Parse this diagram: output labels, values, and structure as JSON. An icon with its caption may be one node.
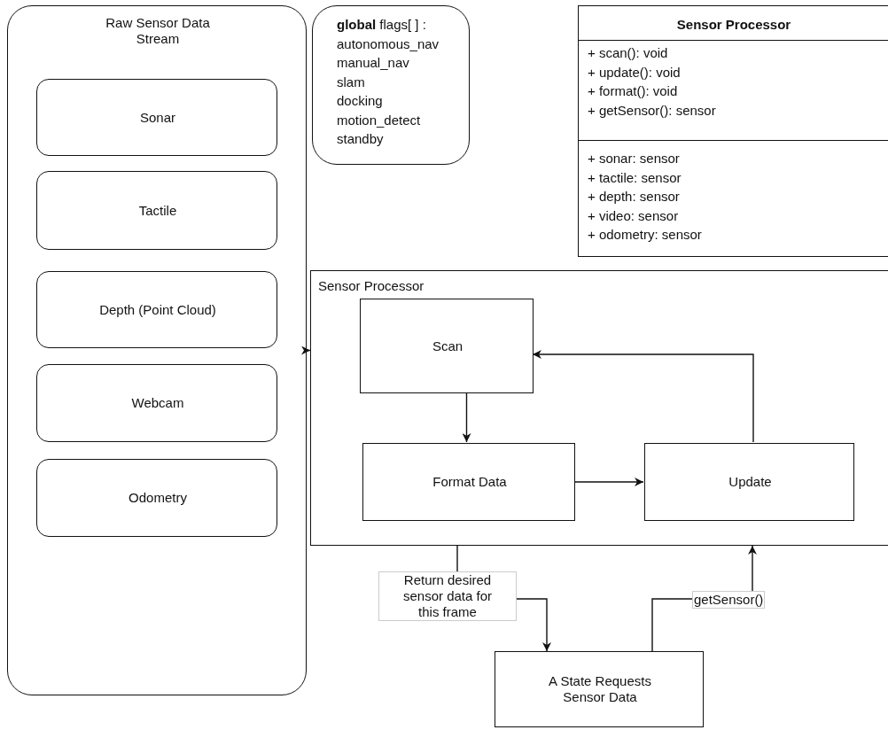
{
  "diagram": {
    "nodes": [
      {
        "text": [
          "Raw Sensor Data Stream"
        ]
      },
      {
        "text": [
          "Sonar"
        ],
        "in": 0
      },
      {
        "text": [
          "Tactile"
        ],
        "in": 0
      },
      {
        "text": [
          "Depth (Point Cloud)"
        ],
        "in": 0
      },
      {
        "text": [
          "Webcam"
        ],
        "in": 0
      },
      {
        "text": [
          "Odometry"
        ],
        "in": 0
      },
      {
        "text": [
          "**global** flags[ ] :",
          "autonomous_nav",
          "manual_nav",
          "slam",
          "docking",
          "motion_detect",
          "standby"
        ]
      },
      {
        "text": [
          "Sensor Processor",
          "+ scan(): void",
          "+ update(): void",
          "+ format(): void",
          "+ getSensor(): sensor",
          "+ sonar: sensor",
          "+ tactile: sensor",
          "+ depth: sensor",
          "+ video: sensor",
          "+ odometry: sensor"
        ]
      },
      {
        "text": [
          "Sensor Processor"
        ]
      },
      {
        "text": [
          "Scan"
        ],
        "in": 8
      },
      {
        "text": [
          "Format Data"
        ],
        "in": 8
      },
      {
        "text": [
          "Update"
        ],
        "in": 8
      },
      {
        "text": [
          "A State Requests Sensor Data"
        ]
      }
    ],
    "edges": [
      {
        "from": 0,
        "to": 8,
        "arrow": "to"
      },
      {
        "from": 9,
        "to": 10,
        "arrow": "to"
      },
      {
        "from": 10,
        "to": 11,
        "arrow": "to"
      },
      {
        "from": 11,
        "to": 9,
        "arrow": "to"
      },
      {
        "from": 8,
        "to": 12,
        "arrow": "to",
        "label": "Return desired sensor data for this frame"
      },
      {
        "from": 12,
        "to": 8,
        "arrow": "to",
        "label": "getSensor()"
      }
    ]
  }
}
